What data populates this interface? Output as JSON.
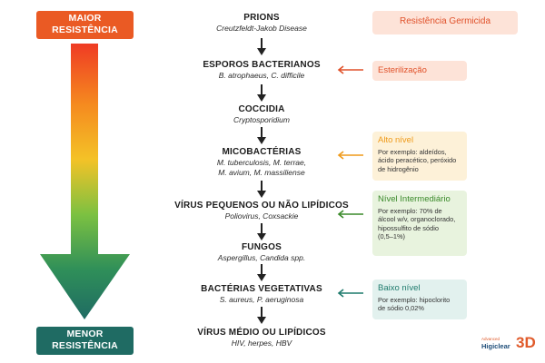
{
  "resistance": {
    "top_label_line1": "MAIOR",
    "top_label_line2": "RESISTÊNCIA",
    "bottom_label_line1": "MENOR",
    "bottom_label_line2": "RESISTÊNCIA",
    "gradient_colors": [
      "#ef3b24",
      "#f58a1f",
      "#f4c227",
      "#7cc141",
      "#2f8f59",
      "#1f6b63"
    ]
  },
  "levels": [
    {
      "name": "PRIONS",
      "examples": "Creutzfeldt-Jakob Disease"
    },
    {
      "name": "ESPOROS BACTERIANOS",
      "examples": "B. atrophaeus, C. difficile"
    },
    {
      "name": "COCCIDIA",
      "examples": "Cryptosporidium"
    },
    {
      "name": "MICOBACTÉRIAS",
      "examples_line1": "M. tuberculosis, M. terrae,",
      "examples_line2": "M. avium, M. massiliense"
    },
    {
      "name": "VÍRUS PEQUENOS OU NÃO LIPÍDICOS",
      "examples": "Poliovirus, Coxsackie"
    },
    {
      "name": "FUNGOS",
      "examples": "Aspergillus, Candida spp."
    },
    {
      "name": "BACTÉRIAS VEGETATIVAS",
      "examples": "S. aureus, P. aeruginosa"
    },
    {
      "name": "VÍRUS MÉDIO OU LIPÍDICOS",
      "examples": "HIV, herpes, HBV"
    }
  ],
  "germicide": {
    "header": "Resistência Germicida",
    "sterilization": {
      "title": "Esterilização",
      "color": "#e0512a"
    },
    "high": {
      "title": "Alto nível",
      "desc_line1": "Por exemplo: aldeídos,",
      "desc_line2": "ácido peracético, peróxido",
      "desc_line3": "de hidrogênio",
      "color": "#ef9a1a"
    },
    "intermediate": {
      "title": "Nível Intermediário",
      "desc_line1": "Por exemplo: 70% de",
      "desc_line2": "álcool w/v, organoclorado,",
      "desc_line3": "hipossulfito de sódio",
      "desc_line4": "(0,5–1%)",
      "color": "#3a8a2a"
    },
    "low": {
      "title": "Baixo nível",
      "desc_line1": "Por exemplo: hipoclorito",
      "desc_line2": "de sódio 0,02%",
      "color": "#1f7b6d"
    }
  },
  "logo": {
    "small_text": "Advanced",
    "name": "Higiclear",
    "mark": "3D"
  }
}
